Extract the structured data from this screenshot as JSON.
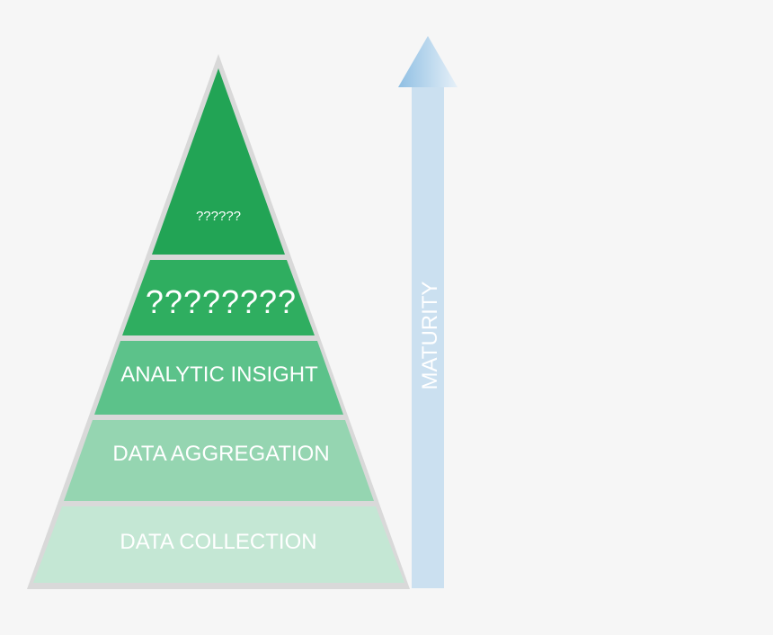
{
  "pyramid": {
    "levels": [
      {
        "label": "??????",
        "color": "#22a455"
      },
      {
        "label": "????????",
        "color": "#2fae60"
      },
      {
        "label": "ANALYTIC INSIGHT",
        "color": "#5cc28a"
      },
      {
        "label": "DATA AGGREGATION",
        "color": "#95d5b1"
      },
      {
        "label": "DATA COLLECTION",
        "color": "#c4e7d4"
      }
    ],
    "outline_color": "#d9d9d9",
    "text_color": "#ffffff"
  },
  "arrow": {
    "label": "MATURITY",
    "color": "#cbe0f0",
    "head_color": "#a8cde8",
    "direction": "up"
  },
  "colors": {
    "background": "#f6f6f6"
  }
}
